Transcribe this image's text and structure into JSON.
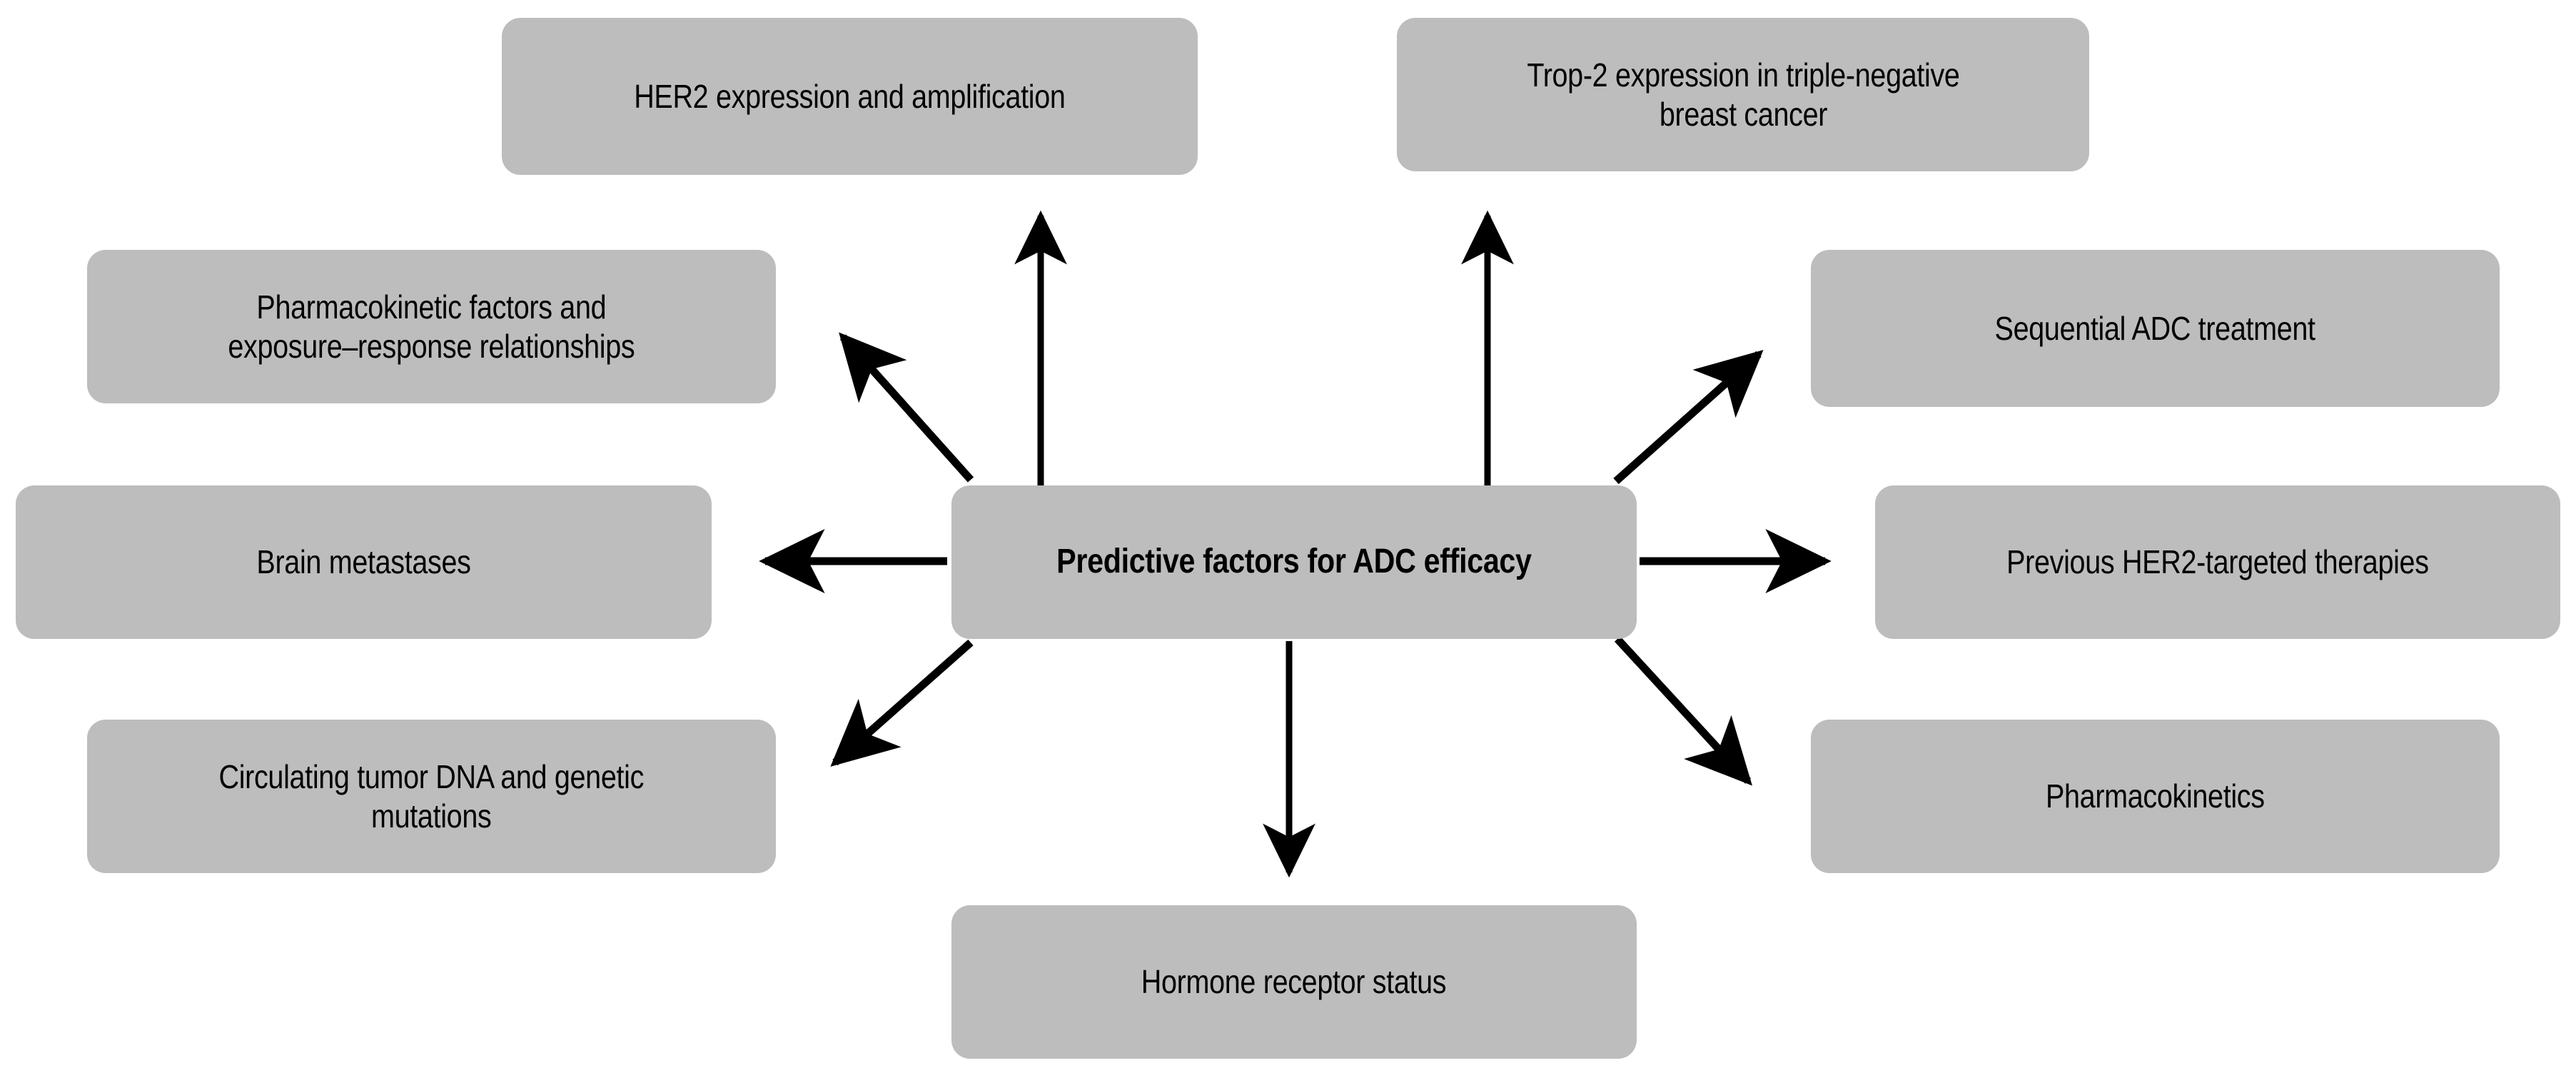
{
  "diagram": {
    "type": "radial-hub-and-spoke",
    "title": "Predictive factors for ADC efficacy",
    "colors": {
      "node_fill": "#bdbdbd",
      "text": "#000000",
      "arrow": "#000000",
      "background": "#ffffff"
    },
    "center": {
      "id": "center",
      "label": "Predictive factors for ADC efficacy"
    },
    "nodes": [
      {
        "id": "her2",
        "label": "HER2 expression and amplification"
      },
      {
        "id": "trop2",
        "label": "Trop-2 expression in triple-negative\nbreast cancer"
      },
      {
        "id": "pk-factors",
        "label": "Pharmacokinetic factors and\nexposure–response relationships"
      },
      {
        "id": "sequential",
        "label": "Sequential ADC treatment"
      },
      {
        "id": "brain-mets",
        "label": "Brain metastases"
      },
      {
        "id": "prev-her2",
        "label": "Previous HER2-targeted therapies"
      },
      {
        "id": "ctdna",
        "label": "Circulating tumor DNA and genetic\nmutations"
      },
      {
        "id": "pharmaco",
        "label": "Pharmacokinetics"
      },
      {
        "id": "hormone",
        "label": "Hormone receptor status"
      }
    ],
    "edges": [
      {
        "from": "center",
        "to": "her2",
        "direction": "up"
      },
      {
        "from": "center",
        "to": "trop2",
        "direction": "up"
      },
      {
        "from": "center",
        "to": "pk-factors",
        "direction": "up-left"
      },
      {
        "from": "center",
        "to": "sequential",
        "direction": "up-right"
      },
      {
        "from": "center",
        "to": "brain-mets",
        "direction": "left"
      },
      {
        "from": "center",
        "to": "prev-her2",
        "direction": "right"
      },
      {
        "from": "center",
        "to": "ctdna",
        "direction": "down-left"
      },
      {
        "from": "center",
        "to": "pharmaco",
        "direction": "down-right"
      },
      {
        "from": "center",
        "to": "hormone",
        "direction": "down"
      }
    ]
  }
}
